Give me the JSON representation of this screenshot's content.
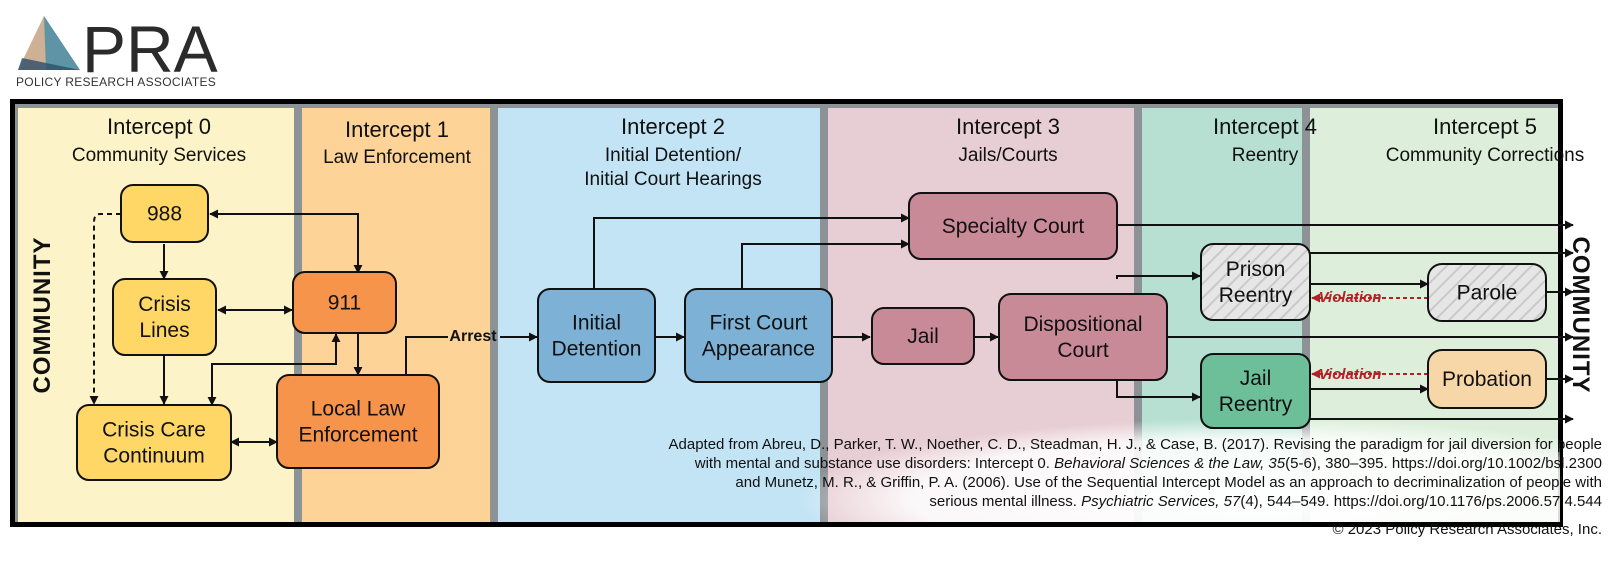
{
  "logo": {
    "wordmark": "PRA",
    "tagline": "POLICY RESEARCH ASSOCIATES"
  },
  "side_labels": {
    "left": "COMMUNITY",
    "right": "COMMUNITY"
  },
  "intercepts": [
    {
      "title": "Intercept 0",
      "subtitle_lines": [
        "Community Services"
      ],
      "color": "#fdf3c8"
    },
    {
      "title": "Intercept 1",
      "subtitle_lines": [
        "Law Enforcement"
      ],
      "color": "#fdd397"
    },
    {
      "title": "Intercept 2",
      "subtitle_lines": [
        "Initial Detention/",
        "Initial Court Hearings"
      ],
      "color": "#c3e4f4"
    },
    {
      "title": "Intercept 3",
      "subtitle_lines": [
        "Jails/Courts"
      ],
      "color": "#e7cdd4"
    },
    {
      "title": "Intercept 4",
      "subtitle_lines": [
        "Reentry"
      ],
      "color": "#b7e0d2"
    },
    {
      "title": "Intercept 5",
      "subtitle_lines": [
        "Community Corrections"
      ],
      "color": "#ddefdb"
    }
  ],
  "nodes": {
    "n988": {
      "lines": [
        "988"
      ],
      "fill": "#fed766"
    },
    "crisis_lines": {
      "lines": [
        "Crisis",
        "Lines"
      ],
      "fill": "#fed766"
    },
    "crisis_care": {
      "lines": [
        "Crisis Care",
        "Continuum"
      ],
      "fill": "#fed766"
    },
    "n911": {
      "lines": [
        "911"
      ],
      "fill": "#f7944c"
    },
    "local_law": {
      "lines": [
        "Local Law",
        "Enforcement"
      ],
      "fill": "#f7944c"
    },
    "initial_detention": {
      "lines": [
        "Initial",
        "Detention"
      ],
      "fill": "#7db1d6"
    },
    "first_court": {
      "lines": [
        "First Court",
        "Appearance"
      ],
      "fill": "#7db1d6"
    },
    "specialty_court": {
      "lines": [
        "Specialty Court"
      ],
      "fill": "#c98a98"
    },
    "jail": {
      "lines": [
        "Jail"
      ],
      "fill": "#c98a98"
    },
    "dispositional_court": {
      "lines": [
        "Dispositional",
        "Court"
      ],
      "fill": "#c98a98"
    },
    "prison_reentry": {
      "lines": [
        "Prison",
        "Reentry"
      ],
      "fill": "#e4e4e4"
    },
    "jail_reentry": {
      "lines": [
        "Jail",
        "Reentry"
      ],
      "fill": "#6cbf98"
    },
    "parole": {
      "lines": [
        "Parole"
      ],
      "fill": "#e4e4e4"
    },
    "probation": {
      "lines": [
        "Probation"
      ],
      "fill": "#f7d7a8"
    }
  },
  "edge_labels": {
    "arrest": "Arrest",
    "violation": "Violation"
  },
  "citation": {
    "lines": [
      "Adapted from Abreu, D., Parker, T. W., Noether, C. D., Steadman, H. J., & Case, B. (2017). Revising the paradigm for jail diversion for people",
      "with mental and substance use disorders: Intercept 0. Behavioral Sciences & the Law, 35(5-6), 380–395. https://doi.org/10.1002/bsl.2300",
      "and Munetz, M. R., & Griffin, P. A. (2006). Use of the Sequential Intercept Model as an approach to decriminalization of people with",
      "serious mental illness. Psychiatric Services, 57(4), 544–549. https://doi.org/10.1176/ps.2006.57.4.544"
    ],
    "copyright": "© 2023 Policy Research Associates, Inc."
  }
}
